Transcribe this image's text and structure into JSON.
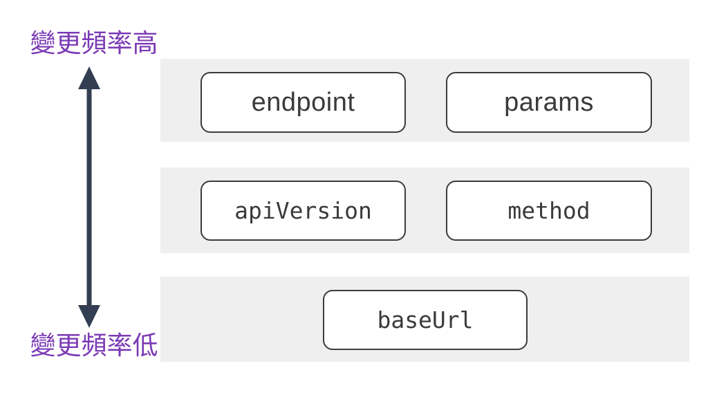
{
  "axis": {
    "high_label": "變更頻率高",
    "low_label": "變更頻率低"
  },
  "rows": [
    {
      "frequency": "high",
      "boxes": [
        {
          "label": "endpoint"
        },
        {
          "label": "params"
        }
      ]
    },
    {
      "frequency": "medium",
      "boxes": [
        {
          "label": "apiVersion"
        },
        {
          "label": "method"
        }
      ]
    },
    {
      "frequency": "low",
      "boxes": [
        {
          "label": "baseUrl"
        }
      ]
    }
  ],
  "icons": {
    "axis_arrow": "double-headed-vertical-arrow"
  },
  "colors": {
    "band_bg": "#efefef",
    "box_bg": "#ffffff",
    "box_border": "#3b3b3b",
    "box_text": "#3a3a3a",
    "axis_text": "#7b3ab5",
    "arrow": "#333e52",
    "page_bg": "#ffffff"
  }
}
